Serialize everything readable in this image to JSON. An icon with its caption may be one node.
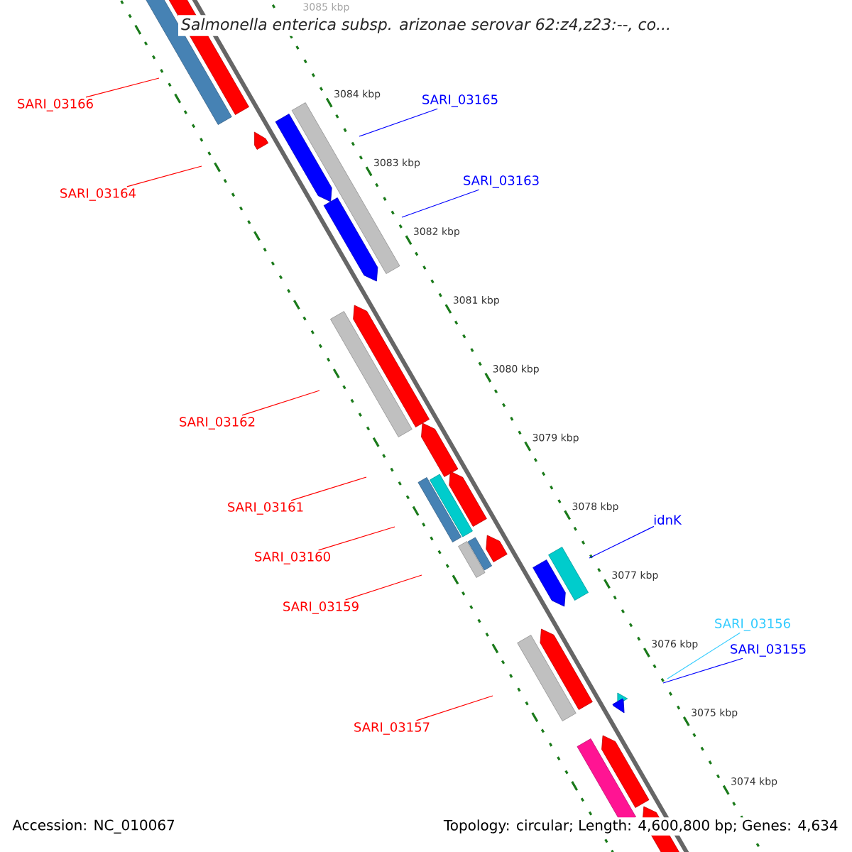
{
  "diagram": {
    "title": "Salmonella enterica subsp. arizonae serovar 62:z4,z23:--, co...",
    "nodes": [
      {
        "text": [
          "SARI_03166"
        ]
      },
      {
        "text": [
          "SARI_03164"
        ]
      },
      {
        "text": [
          "SARI_03165"
        ]
      },
      {
        "text": [
          "SARI_03163"
        ]
      },
      {
        "text": [
          "SARI_03162"
        ]
      },
      {
        "text": [
          "SARI_03161"
        ]
      },
      {
        "text": [
          "SARI_03160"
        ]
      },
      {
        "text": [
          "SARI_03159"
        ]
      },
      {
        "text": [
          "idnK"
        ]
      },
      {
        "text": [
          "SARI_03156"
        ]
      },
      {
        "text": [
          "SARI_03155"
        ]
      },
      {
        "text": [
          "SARI_03157"
        ]
      }
    ],
    "edges": [
      {
        "from": 0,
        "to": null,
        "arrow": "none"
      },
      {
        "from": 1,
        "to": null,
        "arrow": "none"
      },
      {
        "from": 2,
        "to": null,
        "arrow": "none",
        "color": "#0000ff"
      },
      {
        "from": 3,
        "to": null,
        "arrow": "none",
        "color": "#0000ff"
      },
      {
        "from": 4,
        "to": null,
        "arrow": "none"
      },
      {
        "from": 5,
        "to": null,
        "arrow": "none"
      },
      {
        "from": 6,
        "to": null,
        "arrow": "none"
      },
      {
        "from": 7,
        "to": null,
        "arrow": "none"
      },
      {
        "from": 8,
        "to": null,
        "arrow": "none",
        "color": "#0000ff"
      },
      {
        "from": 9,
        "to": null,
        "arrow": "none",
        "color": "#33ccff"
      },
      {
        "from": 10,
        "to": null,
        "arrow": "none",
        "color": "#0000ff"
      },
      {
        "from": 11,
        "to": null,
        "arrow": "none"
      }
    ],
    "labels": [
      "3085 kbp",
      "3084 kbp",
      "3083 kbp",
      "3082 kbp",
      "3081 kbp",
      "3080 kbp",
      "3079 kbp",
      "3078 kbp",
      "3077 kbp",
      "3076 kbp",
      "3075 kbp",
      "3074 kbp",
      "Accession: NC_010067",
      "Topology: circular; Length: 4,600,800 bp; Genes: 4,634"
    ]
  }
}
